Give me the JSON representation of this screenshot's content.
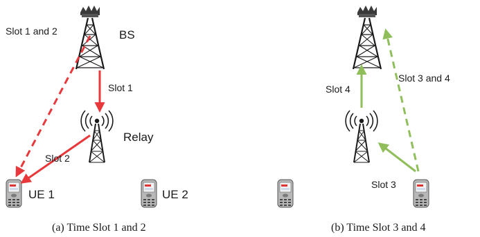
{
  "panel_a": {
    "caption": "(a) Time Slot 1 and 2",
    "bs_label": "BS",
    "relay_label": "Relay",
    "ue1_label": "UE 1",
    "ue2_label": "UE 2",
    "edge_bs_ue1": "Slot 1 and 2",
    "edge_bs_relay": "Slot 1",
    "edge_relay_ue1": "Slot 2"
  },
  "panel_b": {
    "caption": "(b) Time Slot 3 and 4",
    "edge_ue2_bs": "Slot 3 and 4",
    "edge_relay_bs": "Slot 4",
    "edge_ue2_relay": "Slot 3"
  },
  "icons": {
    "base_station": "cell-tower-icon",
    "relay": "relay-antenna-icon",
    "user": "mobile-phone-icon"
  },
  "colors": {
    "phase1": "#e8383b",
    "phase2": "#8fbe5a"
  }
}
